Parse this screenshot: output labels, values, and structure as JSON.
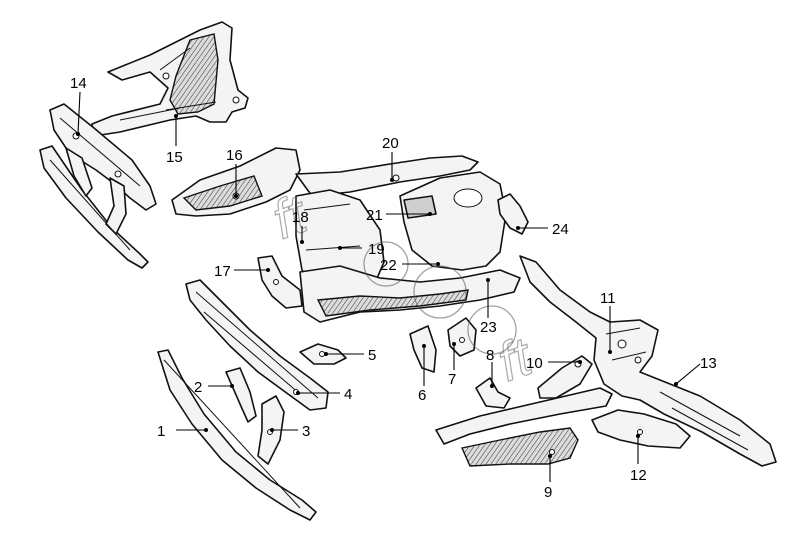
{
  "callouts": [
    {
      "id": "1",
      "label": "1"
    },
    {
      "id": "2",
      "label": "2"
    },
    {
      "id": "3",
      "label": "3"
    },
    {
      "id": "4",
      "label": "4"
    },
    {
      "id": "5",
      "label": "5"
    },
    {
      "id": "6",
      "label": "6"
    },
    {
      "id": "7",
      "label": "7"
    },
    {
      "id": "8",
      "label": "8"
    },
    {
      "id": "9",
      "label": "9"
    },
    {
      "id": "10",
      "label": "10"
    },
    {
      "id": "11",
      "label": "11"
    },
    {
      "id": "12",
      "label": "12"
    },
    {
      "id": "13",
      "label": "13"
    },
    {
      "id": "14",
      "label": "14"
    },
    {
      "id": "15",
      "label": "15"
    },
    {
      "id": "16",
      "label": "16"
    },
    {
      "id": "17",
      "label": "17"
    },
    {
      "id": "18",
      "label": "18"
    },
    {
      "id": "19",
      "label": "19"
    },
    {
      "id": "20",
      "label": "20"
    },
    {
      "id": "21",
      "label": "21"
    },
    {
      "id": "22",
      "label": "22"
    },
    {
      "id": "23",
      "label": "23"
    },
    {
      "id": "24",
      "label": "24"
    }
  ],
  "watermark": {
    "text": "ft"
  },
  "colors": {
    "line": "#111111",
    "background": "#ffffff",
    "watermark": "#555555"
  }
}
